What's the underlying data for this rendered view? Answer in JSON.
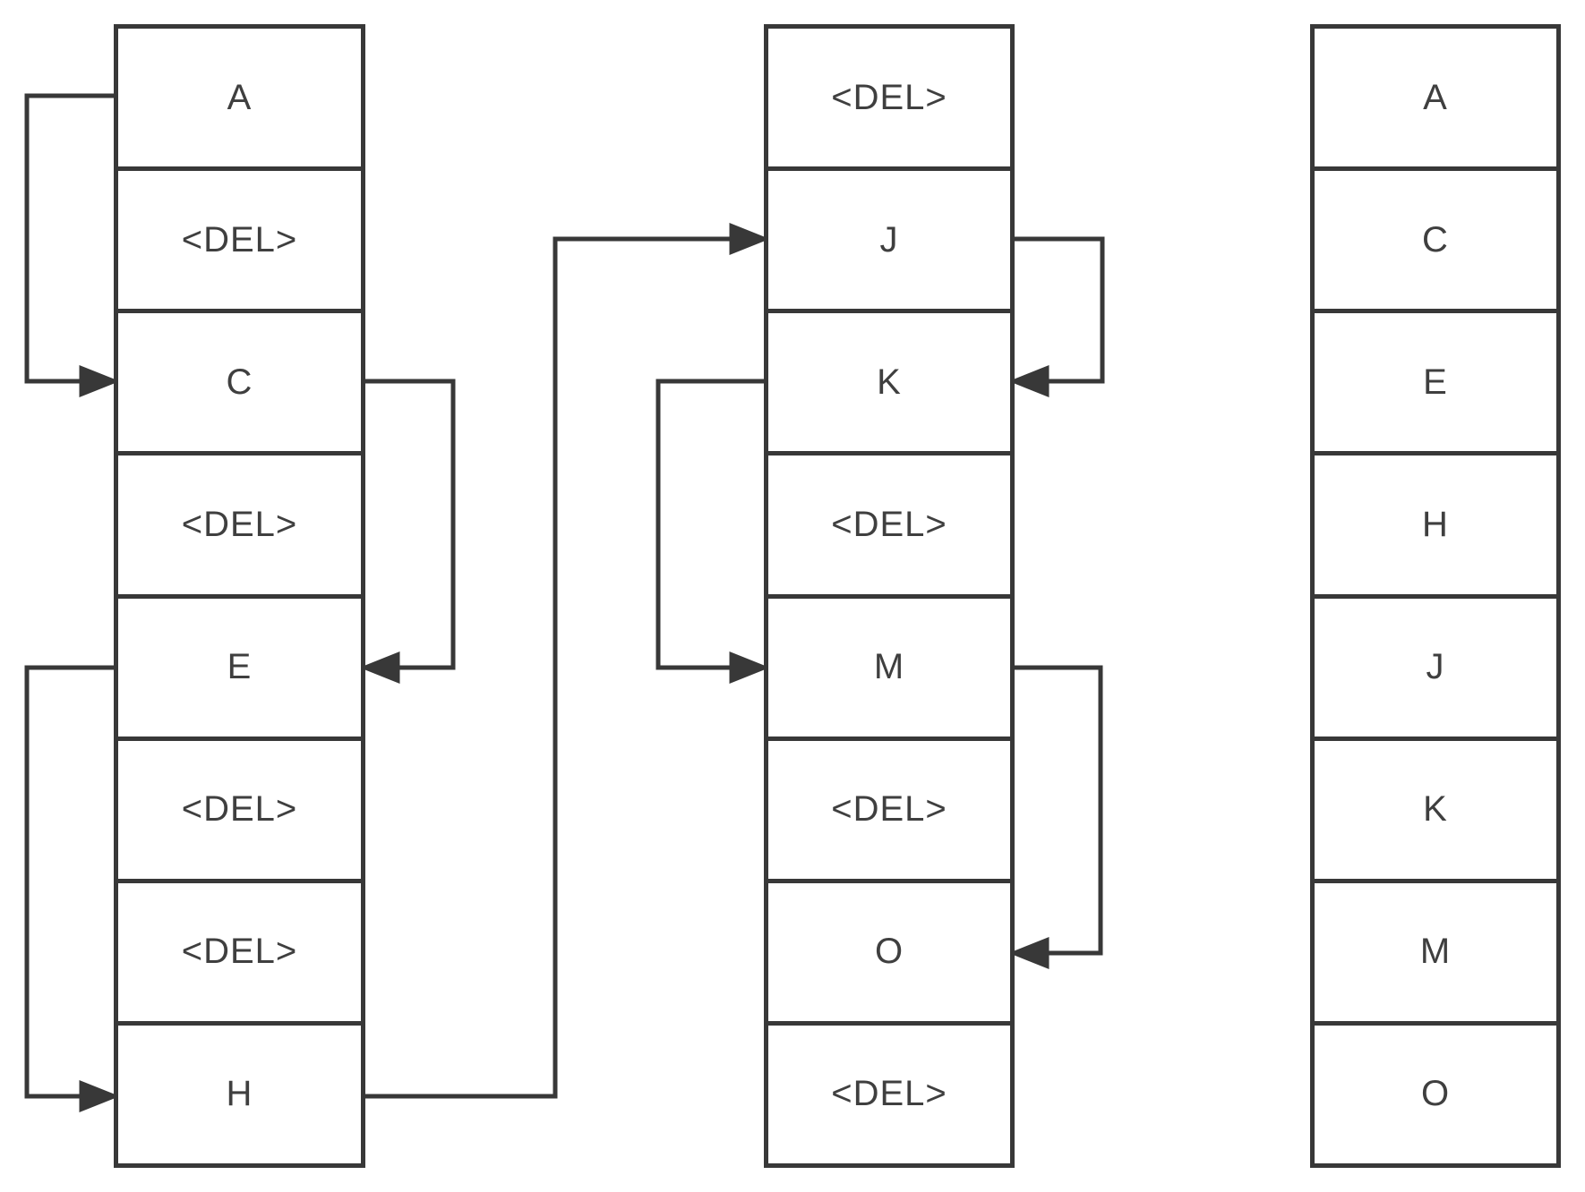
{
  "diagram": {
    "description": "linked-list lazy-deletion diagram",
    "colors": {
      "line": "#383838",
      "text": "#3f3f3f",
      "background": "#ffffff"
    },
    "columns": [
      {
        "id": "list-with-deleted-nodes",
        "cells": [
          "A",
          "<DEL>",
          "C",
          "<DEL>",
          "E",
          "<DEL>",
          "<DEL>",
          "H"
        ]
      },
      {
        "id": "list-second-block",
        "cells": [
          "<DEL>",
          "J",
          "K",
          "<DEL>",
          "M",
          "<DEL>",
          "O",
          "<DEL>"
        ]
      },
      {
        "id": "list-compacted",
        "cells": [
          "A",
          "C",
          "E",
          "H",
          "J",
          "K",
          "M",
          "O"
        ]
      }
    ],
    "connectors": [
      {
        "label": "A-to-C",
        "from": {
          "col": 0,
          "row": 0,
          "side": "left"
        },
        "to": {
          "col": 0,
          "row": 2,
          "side": "left"
        }
      },
      {
        "label": "C-to-E",
        "from": {
          "col": 0,
          "row": 2,
          "side": "right"
        },
        "to": {
          "col": 0,
          "row": 4,
          "side": "right"
        }
      },
      {
        "label": "E-to-H",
        "from": {
          "col": 0,
          "row": 4,
          "side": "left"
        },
        "to": {
          "col": 0,
          "row": 7,
          "side": "left"
        }
      },
      {
        "label": "H-to-J",
        "from": {
          "col": 0,
          "row": 7,
          "side": "right"
        },
        "to": {
          "col": 1,
          "row": 1,
          "side": "left"
        }
      },
      {
        "label": "J-to-K",
        "from": {
          "col": 1,
          "row": 1,
          "side": "right"
        },
        "to": {
          "col": 1,
          "row": 2,
          "side": "right"
        }
      },
      {
        "label": "K-to-M",
        "from": {
          "col": 1,
          "row": 2,
          "side": "left"
        },
        "to": {
          "col": 1,
          "row": 4,
          "side": "left"
        }
      },
      {
        "label": "M-to-O",
        "from": {
          "col": 1,
          "row": 4,
          "side": "right"
        },
        "to": {
          "col": 1,
          "row": 6,
          "side": "right"
        }
      }
    ]
  }
}
